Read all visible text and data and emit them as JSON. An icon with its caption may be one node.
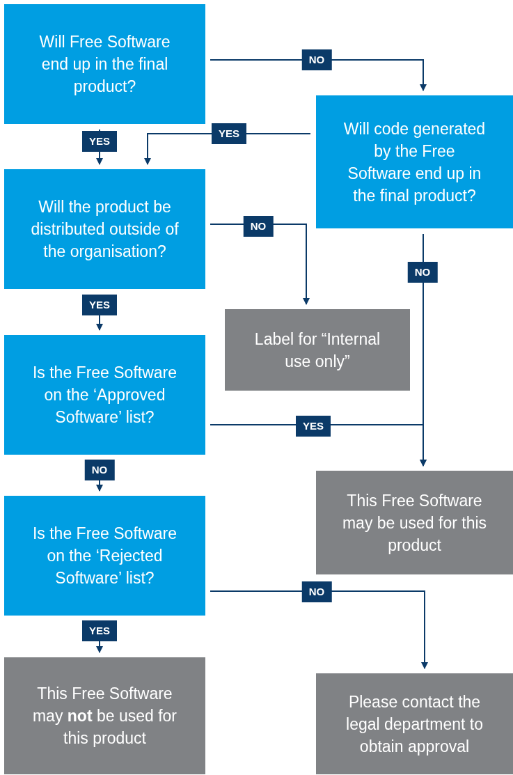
{
  "diagram": {
    "nodes": [
      {
        "text": [
          "Will Free Software end up in the final product?"
        ]
      },
      {
        "text": [
          "Will code generated by the Free Software end up in the final product?"
        ]
      },
      {
        "text": [
          "Will the product be distributed outside of the organisation?"
        ]
      },
      {
        "text": [
          "Label for “Internal use only”"
        ]
      },
      {
        "text": [
          "Is the Free Software on the ‘Approved Software’ list?"
        ]
      },
      {
        "text": [
          "This Free Software may be used for this product"
        ]
      },
      {
        "text": [
          "Is the Free Software on the ‘Rejected Software’ list?"
        ]
      },
      {
        "text": [
          "This Free Software may **not** be used for this product"
        ]
      },
      {
        "text": [
          "Please contact the legal department to obtain approval"
        ]
      }
    ],
    "edges": [
      {
        "from": 0,
        "to": 1,
        "arrow": "to",
        "label": "NO"
      },
      {
        "from": 0,
        "to": 2,
        "arrow": "to",
        "label": "YES"
      },
      {
        "from": 1,
        "to": 2,
        "arrow": "to",
        "label": "YES"
      },
      {
        "from": 2,
        "to": 3,
        "arrow": "to",
        "label": "NO"
      },
      {
        "from": 1,
        "to": 5,
        "arrow": "to",
        "label": "NO"
      },
      {
        "from": 2,
        "to": 4,
        "arrow": "to",
        "label": "YES"
      },
      {
        "from": 4,
        "to": 5,
        "arrow": "to",
        "label": "YES"
      },
      {
        "from": 4,
        "to": 6,
        "arrow": "to",
        "label": "NO"
      },
      {
        "from": 6,
        "to": 8,
        "arrow": "to",
        "label": "NO"
      },
      {
        "from": 6,
        "to": 7,
        "arrow": "to",
        "label": "YES"
      }
    ]
  }
}
